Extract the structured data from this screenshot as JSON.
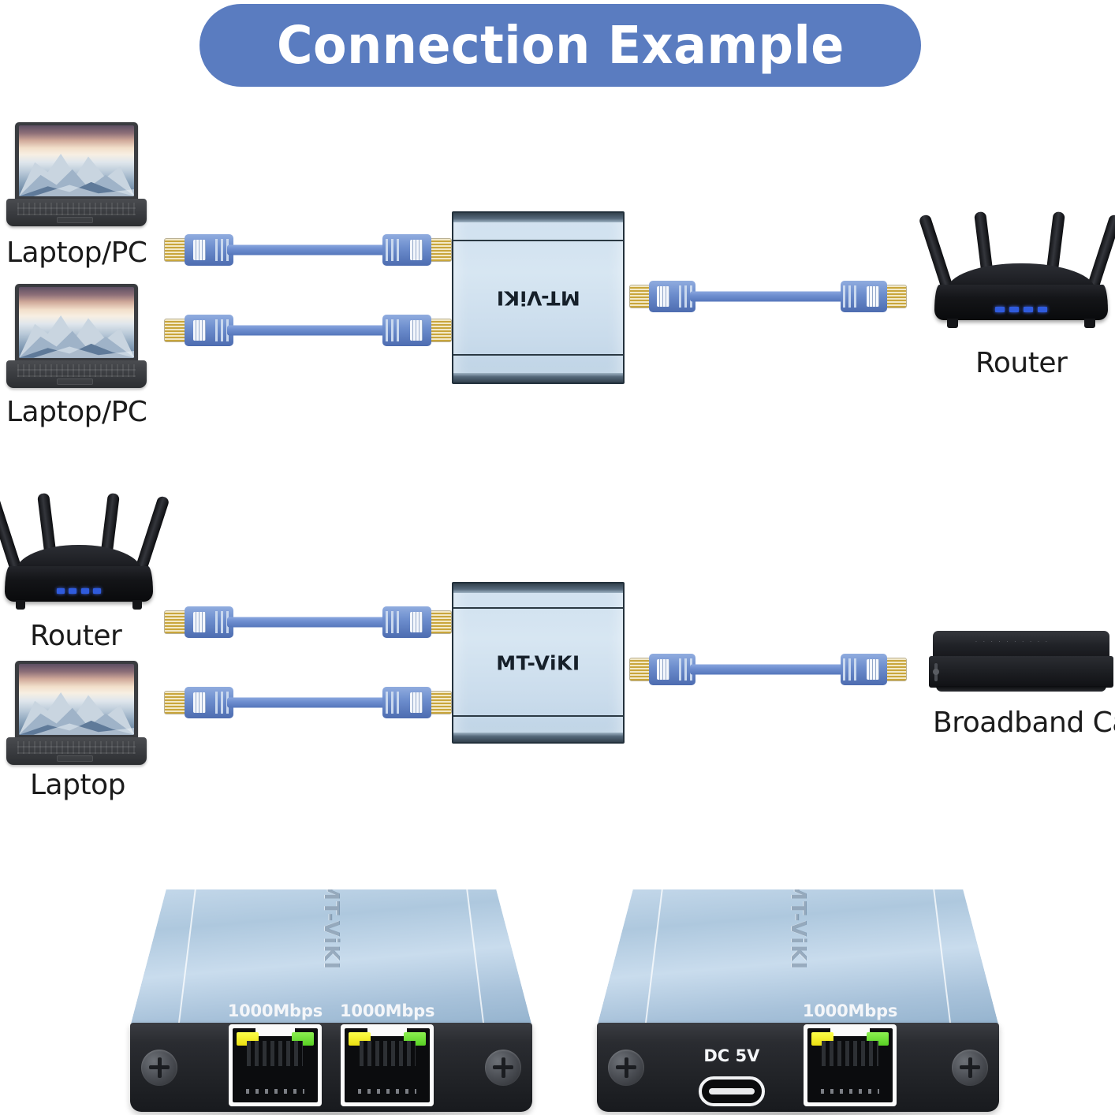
{
  "page": {
    "background": "#ffffff",
    "title_banner": {
      "text": "Connection Example",
      "bg_color": "#5a7cc0",
      "text_color": "#ffffff"
    }
  },
  "diagram": {
    "rows": [
      {
        "id": "row-1",
        "sources": [
          {
            "type": "laptop",
            "label": "Laptop/PC"
          },
          {
            "type": "laptop",
            "label": "Laptop/PC"
          }
        ],
        "hub": {
          "logo": "MT-ViKI",
          "orientation": "flipped"
        },
        "destination": {
          "type": "router",
          "label": "Router"
        }
      },
      {
        "id": "row-2",
        "sources": [
          {
            "type": "router",
            "label": "Router"
          },
          {
            "type": "laptop",
            "label": "Laptop"
          }
        ],
        "hub": {
          "logo": "MT-ViKI",
          "orientation": "upright"
        },
        "destination": {
          "type": "switch",
          "label": "Broadband Cat"
        }
      }
    ],
    "cable": {
      "name": "ethernet-cable",
      "color": "#6f8fd0",
      "tip_color": "#c9a63c"
    }
  },
  "products": [
    {
      "id": "product-left",
      "logo": "MT-ViKI",
      "top_color": "#bdd3e6",
      "front_color": "#26282c",
      "ports": [
        {
          "label": "1000Mbps",
          "type": "rj45",
          "led_left": "#ecdf10",
          "led_right": "#57cf23"
        },
        {
          "label": "1000Mbps",
          "type": "rj45",
          "led_left": "#ecdf10",
          "led_right": "#57cf23"
        }
      ]
    },
    {
      "id": "product-right",
      "logo": "MT-ViKI",
      "top_color": "#bdd3e6",
      "front_color": "#26282c",
      "power": {
        "label": "DC 5V",
        "type": "usb-c"
      },
      "ports": [
        {
          "label": "1000Mbps",
          "type": "rj45",
          "led_left": "#ecdf10",
          "led_right": "#57cf23"
        }
      ]
    }
  ]
}
